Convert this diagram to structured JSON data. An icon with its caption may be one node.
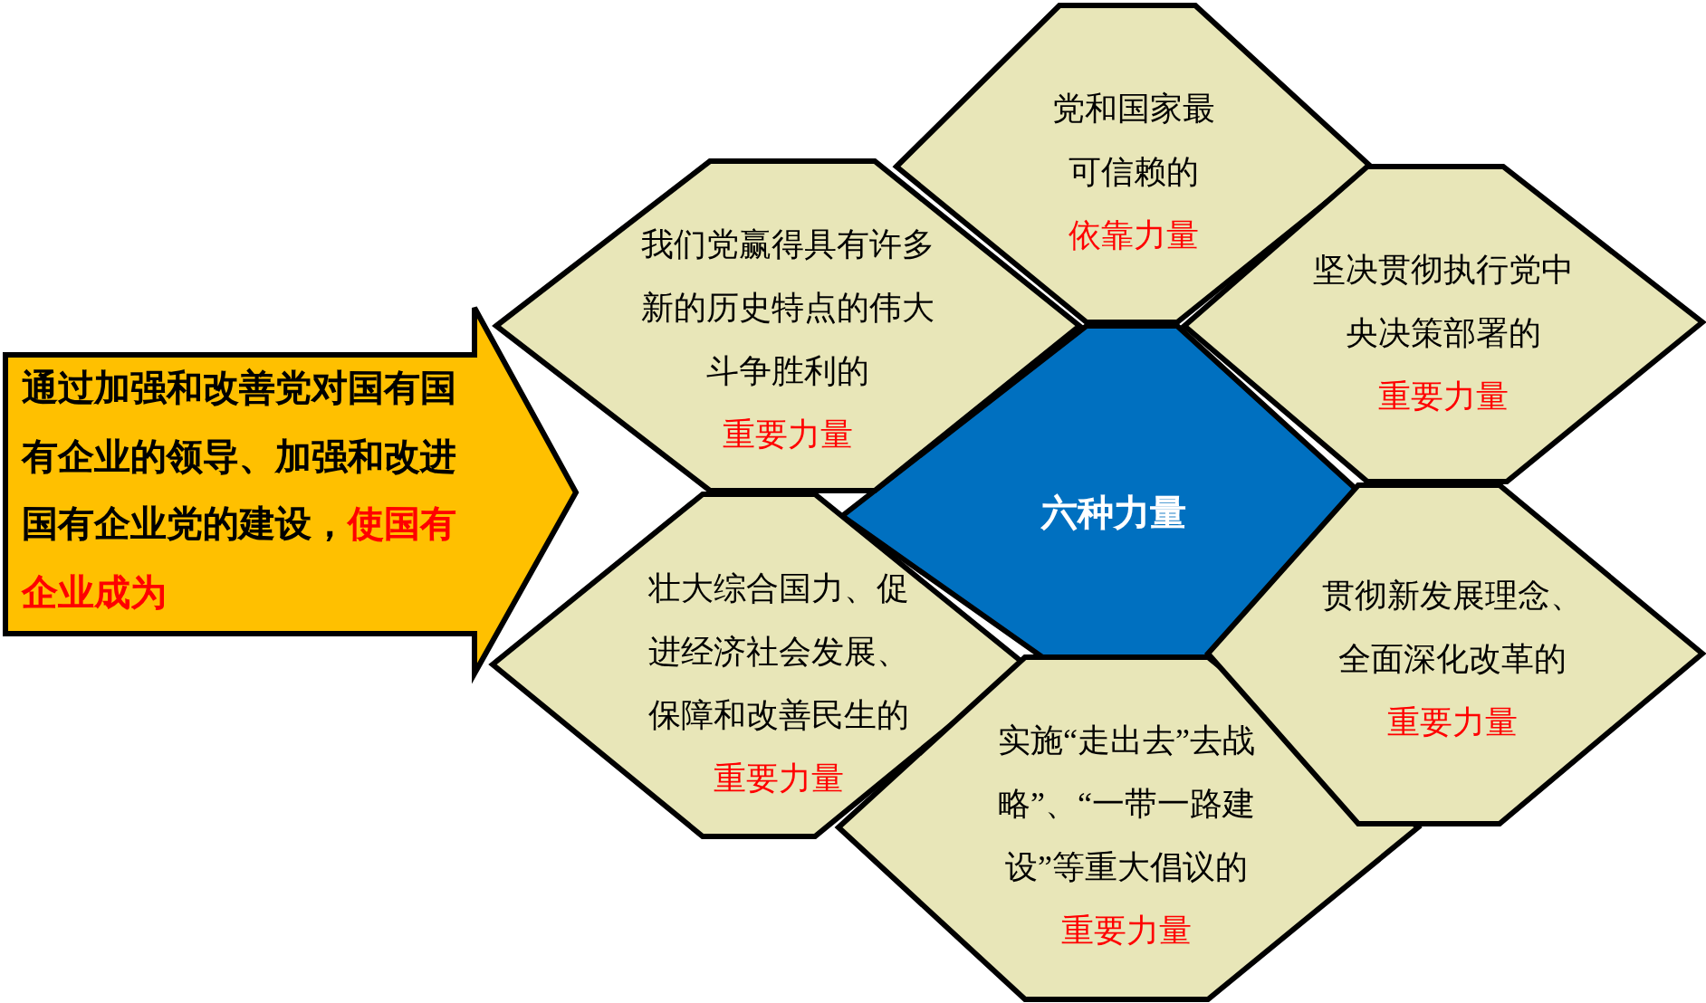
{
  "diagram": {
    "nodes": [
      {
        "text": [
          "通过加强和改善党对国有国有企业的领导、加强和改进国有企业党的建设，",
          "使国有企业成为"
        ]
      },
      {
        "text": [
          "我们党赢得具有许多新的历史特点的伟大斗争胜利的",
          "重要力量"
        ]
      },
      {
        "text": [
          "党和国家最可信赖的",
          "依靠力量"
        ]
      },
      {
        "text": [
          "坚决贯彻执行党中央决策部署的",
          "重要力量"
        ]
      },
      {
        "text": [
          "六种力量"
        ]
      },
      {
        "text": [
          "壮大综合国力、促进经济社会发展、保障和改善民生的",
          "重要力量"
        ]
      },
      {
        "text": [
          "实施“走出去”去战略”、“一带一路建设”等重大倡议的",
          "重要力量"
        ]
      },
      {
        "text": [
          "贯彻新发展理念、全面深化改革的",
          "重要力量"
        ]
      }
    ]
  }
}
